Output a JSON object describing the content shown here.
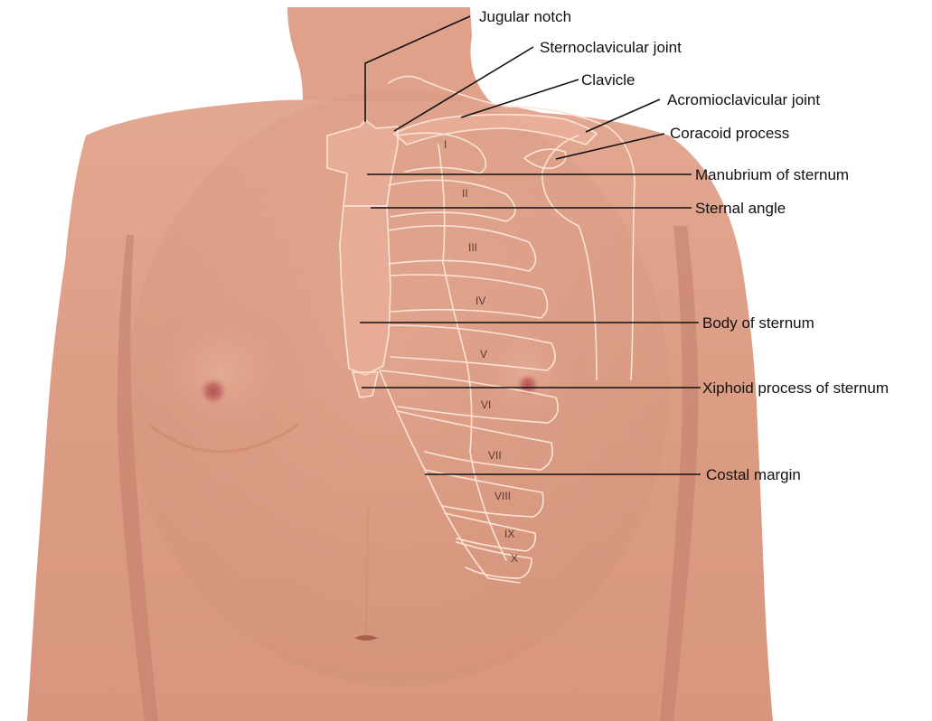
{
  "figure": {
    "description_hidden": "",
    "labels": {
      "jugular_notch": "Jugular notch",
      "sternoclavicular_joint": "Sternoclavicular joint",
      "clavicle": "Clavicle",
      "acromioclavicular_joint": "Acromioclavicular joint",
      "coracoid_process": "Coracoid process",
      "manubrium": "Manubrium of sternum",
      "sternal_angle": "Sternal angle",
      "body_of_sternum": "Body of sternum",
      "xiphoid": "Xiphoid process of sternum",
      "costal_margin": "Costal margin"
    },
    "ribs": [
      "I",
      "II",
      "III",
      "IV",
      "V",
      "VI",
      "VII",
      "VIII",
      "IX",
      "X"
    ],
    "colors": {
      "background": "#ffffff",
      "skin": "#dea08a",
      "skin_shadow": "#c98670",
      "bone_outline": "#fbe3d5",
      "label_text": "#111111",
      "leader_line": "#111111"
    }
  }
}
